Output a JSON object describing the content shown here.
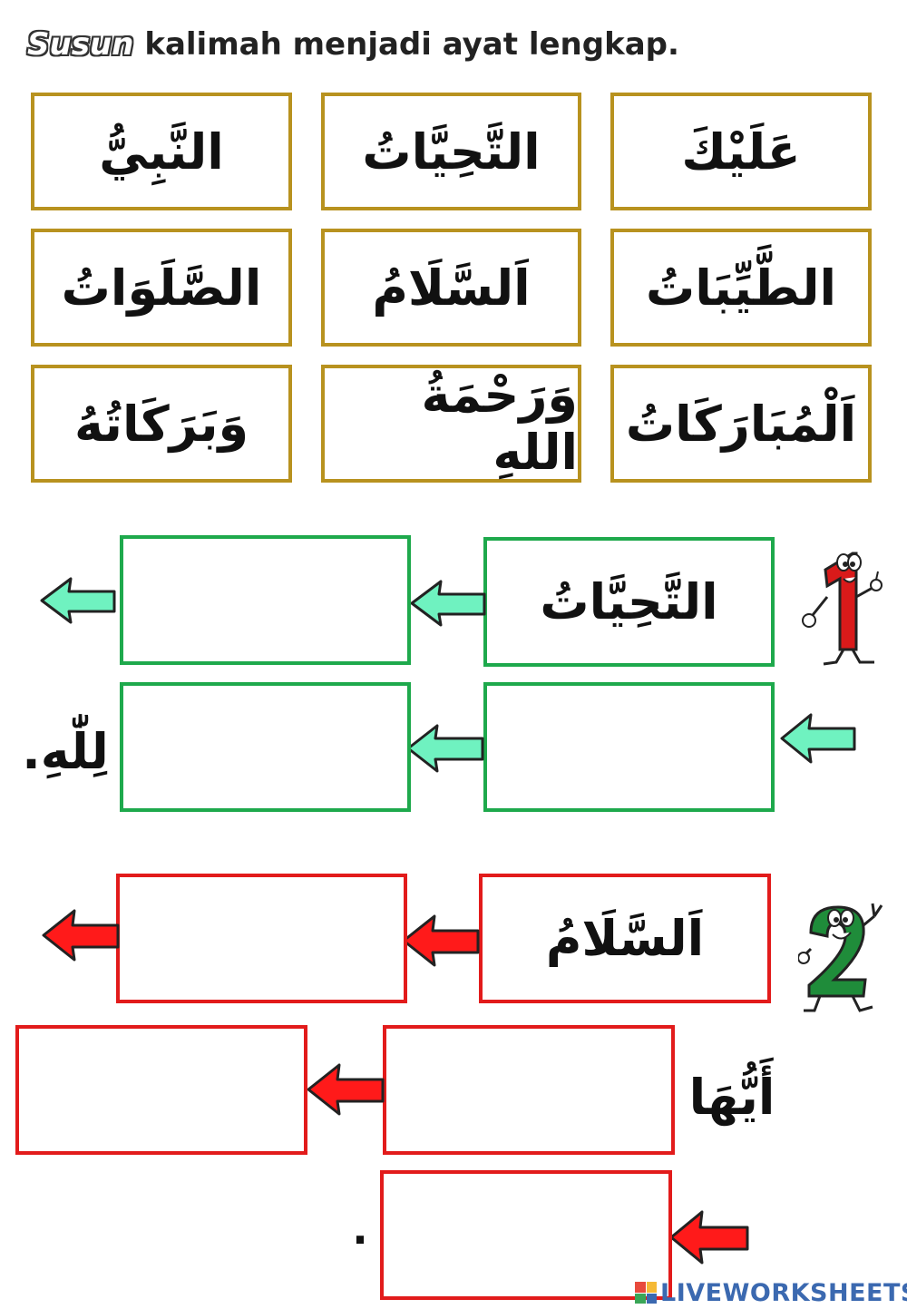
{
  "header": {
    "title_highlight": "Susun",
    "title_rest": "kalimah menjadi ayat lengkap."
  },
  "word_bank": [
    "عَلَيْكَ",
    "التَّحِيَّاتُ",
    "النَّبِيُّ",
    "الطَّيِّبَاتُ",
    "اَلسَّلَامُ",
    "الصَّلَوَاتُ",
    "اَلْمُبَارَكَاتُ",
    "وَرَحْمَةُ اللهِ",
    "وَبَرَكَاتُهُ"
  ],
  "section1": {
    "number": "1",
    "row1_given": "التَّحِيَّاتُ",
    "row1_blank": "",
    "row2_blank_a": "",
    "row2_blank_b": "",
    "row2_end_word": "لِلّٰهِ."
  },
  "section2": {
    "number": "2",
    "row1_given": "اَلسَّلَامُ",
    "row1_blank": "",
    "row2_word": "أَيُّهَا",
    "row2_blank_a": "",
    "row2_blank_b": "",
    "row3_blank": "",
    "end_period": "."
  },
  "watermark": {
    "text": "LIVEWORKSHEETS"
  },
  "colors": {
    "card_border": "#b8921f",
    "green_border": "#1ea94c",
    "red_border": "#e21b1b",
    "green_arrow": "#6ff2c0",
    "red_arrow": "#ff1a1a"
  }
}
